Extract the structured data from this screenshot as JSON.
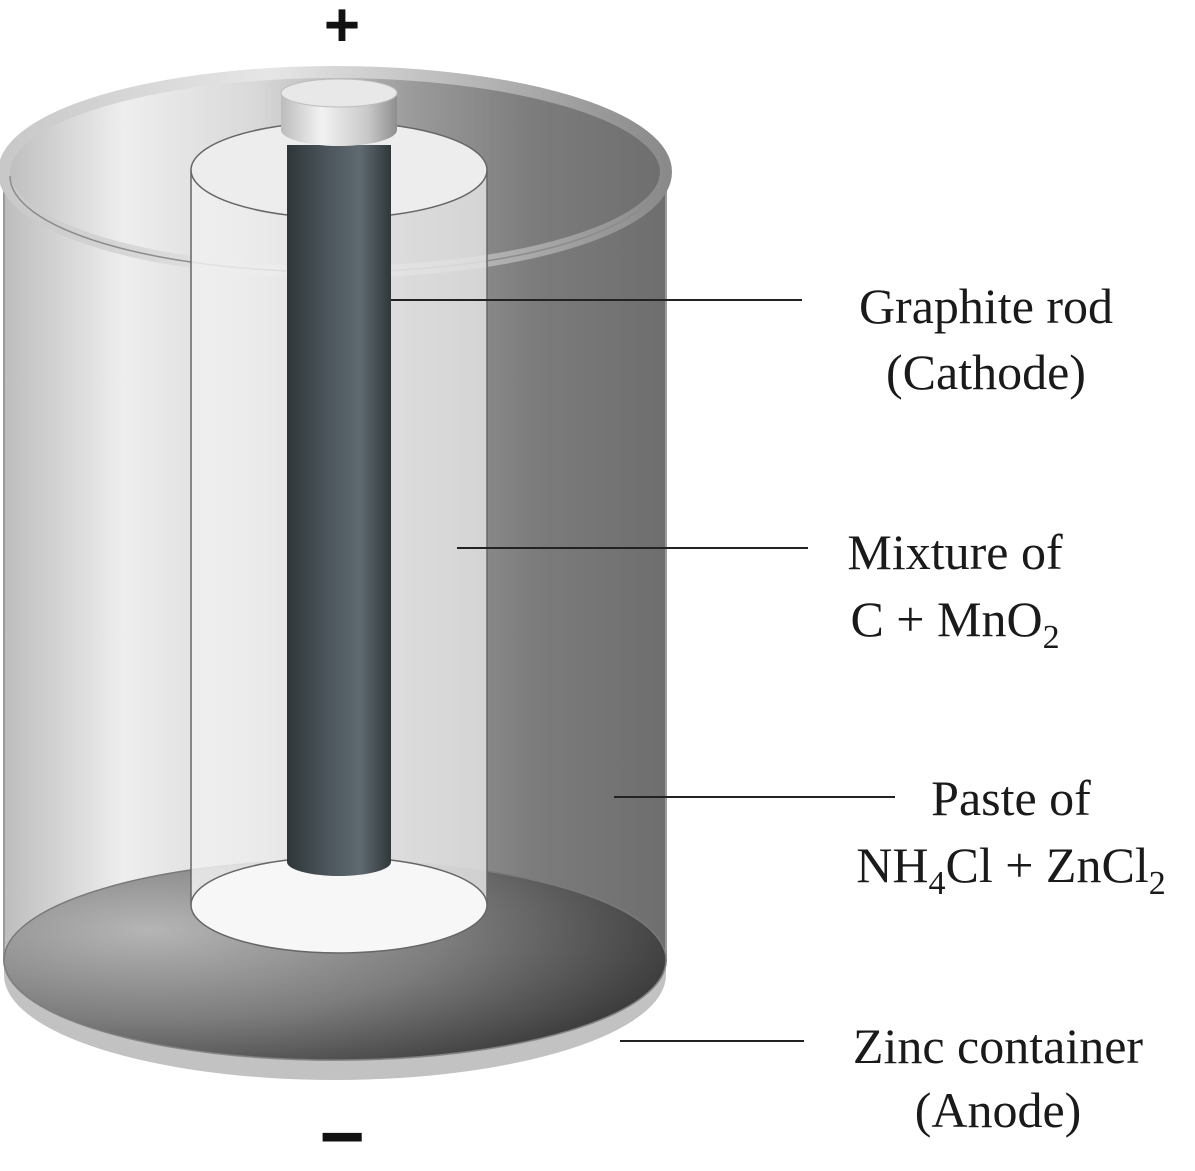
{
  "terminals": {
    "positive": "+",
    "negative": "−"
  },
  "labels": {
    "graphite_rod": {
      "line1": "Graphite rod",
      "line2": "(Cathode)"
    },
    "mixture": {
      "line1": "Mixture of",
      "line2_main": "C + MnO",
      "line2_sub": "2"
    },
    "paste": {
      "line1": "Paste of",
      "line2_a": "NH",
      "line2_sub1": "4",
      "line2_b": "Cl + ZnCl",
      "line2_sub2": "2"
    },
    "zinc_container": {
      "line1": "Zinc container",
      "line2": "(Anode)"
    }
  },
  "colors": {
    "zinc_light": "#e4e4e4",
    "zinc_dark": "#7a7a7a",
    "graphite": "#3f474c",
    "cap": "#d6d6d6"
  }
}
